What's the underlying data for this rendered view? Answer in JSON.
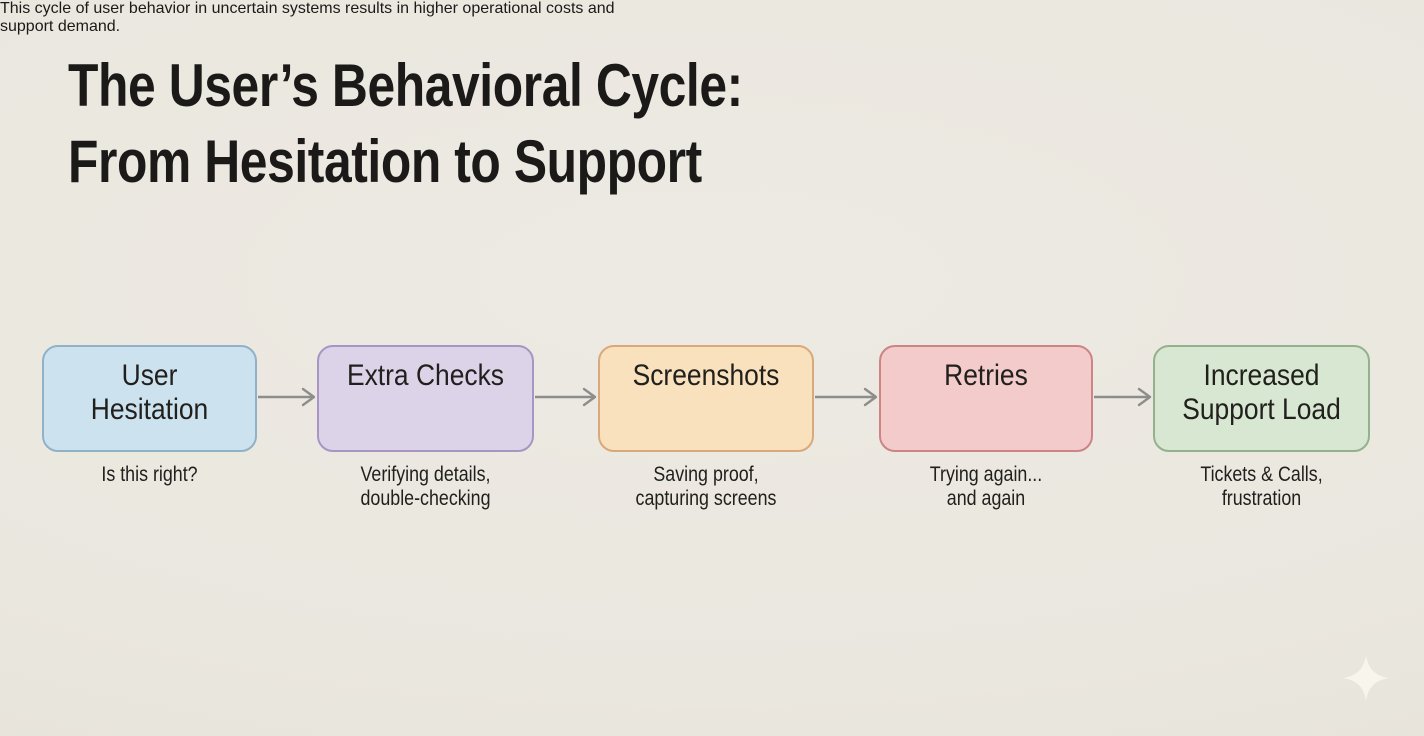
{
  "slide": {
    "title": {
      "line1": "The User’s Behavioral Cycle:",
      "line2": "From Hesitation to Support"
    },
    "footer": {
      "line1": "This cycle of user behavior in uncertain systems results in higher operational costs and",
      "line2": "support demand."
    },
    "colors": {
      "background": "#EAE7DF",
      "text": "#1B1A18",
      "arrow": "#8D8D8B",
      "sparkle": "#F8F5ED"
    },
    "icons": {
      "arrow": "right-arrow",
      "sparkle": "four-point-star"
    }
  },
  "flow": {
    "stages": [
      {
        "label_line1": "User",
        "label_line2": "Hesitation",
        "caption_line1": "Is this right?",
        "caption_line2": "",
        "fill": "#CDE2EF",
        "border": "#90B1C7"
      },
      {
        "label_line1": "Extra Checks",
        "label_line2": "",
        "caption_line1": "Verifying details,",
        "caption_line2": "double-checking",
        "fill": "#DCD3E9",
        "border": "#A795C3"
      },
      {
        "label_line1": "Screenshots",
        "label_line2": "",
        "caption_line1": "Saving proof,",
        "caption_line2": "capturing screens",
        "fill": "#F8E1BC",
        "border": "#D9A97B"
      },
      {
        "label_line1": "Retries",
        "label_line2": "",
        "caption_line1": "Trying again...",
        "caption_line2": "and again",
        "fill": "#F2CBCA",
        "border": "#CC8484"
      },
      {
        "label_line1": "Increased",
        "label_line2": "Support Load",
        "caption_line1": "Tickets & Calls,",
        "caption_line2": "frustration",
        "fill": "#D7E7D1",
        "border": "#93B18C"
      }
    ]
  }
}
